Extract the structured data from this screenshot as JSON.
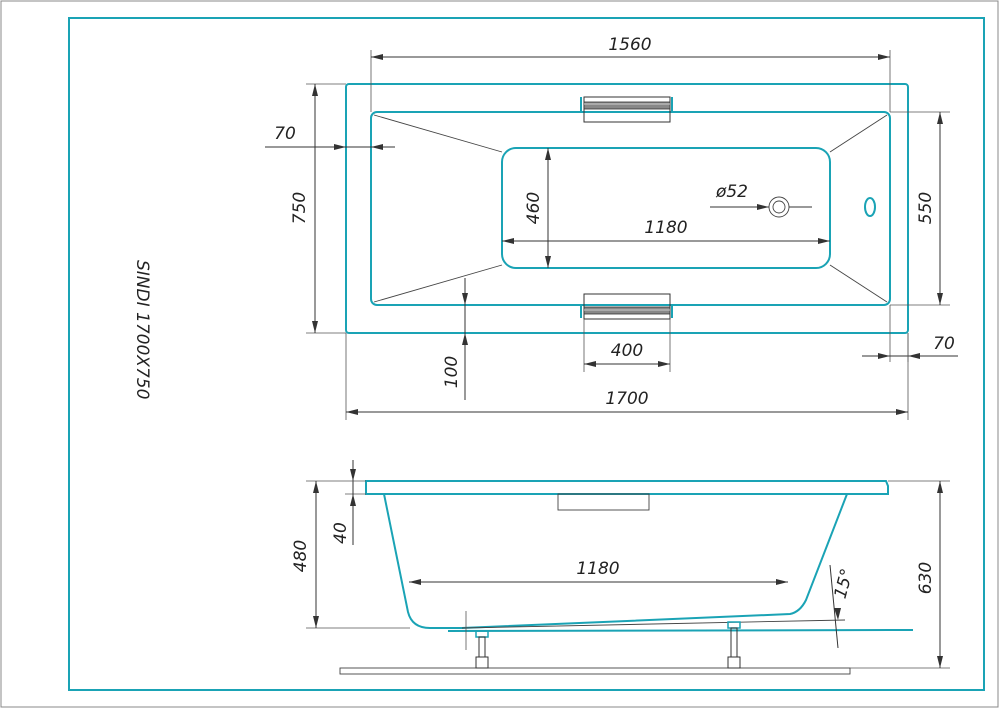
{
  "colors": {
    "accent": "#1aa3b5",
    "line": "#333333",
    "background": "#ffffff"
  },
  "title": "SINDI 1700X750",
  "top_view": {
    "dims": {
      "inner_top_length": "1560",
      "width_total": "750",
      "rim_left": "70",
      "basin_depth_width": "460",
      "basin_length": "1180",
      "drain_diameter": "ø52",
      "inner_width": "550",
      "rim_right": "70",
      "handle_length": "400",
      "rim_bottom": "100",
      "overall_length": "1700"
    }
  },
  "side_view": {
    "dims": {
      "rim_thickness": "40",
      "basin_depth": "480",
      "bottom_length": "1180",
      "angle": "15°",
      "overall_height": "630"
    }
  }
}
